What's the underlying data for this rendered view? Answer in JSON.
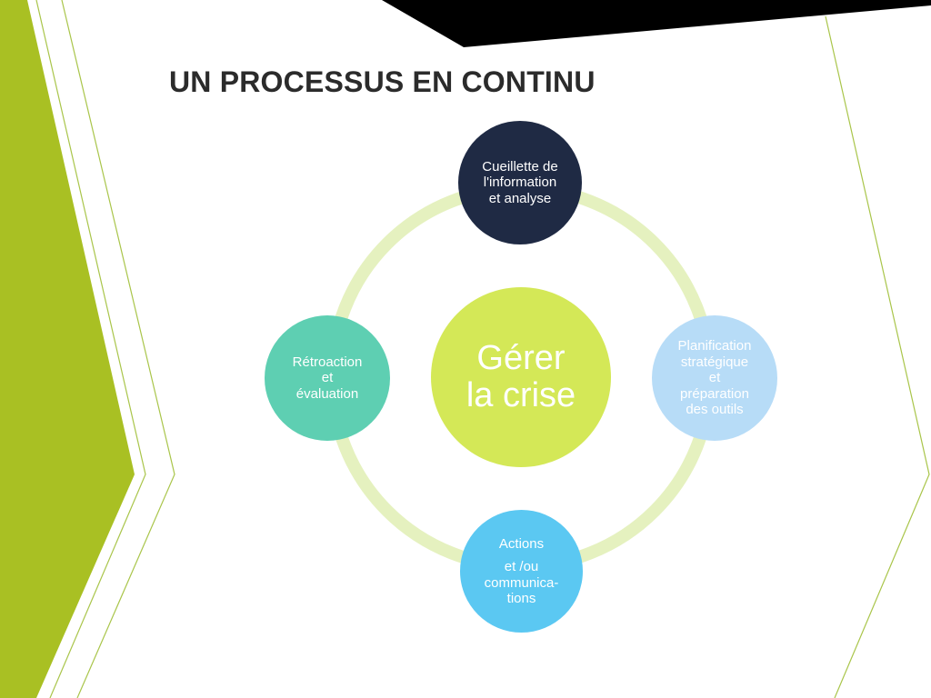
{
  "slide": {
    "title": "UN PROCESSUS EN CONTINU"
  },
  "diagram": {
    "center": {
      "lines": [
        "Gérer",
        "la crise"
      ],
      "color": "#d4e857"
    },
    "ring_color": "#e5f1bf",
    "nodes": [
      {
        "id": "top",
        "lines": [
          "Cueillette de",
          "l'information",
          "et analyse"
        ],
        "color": "#1f2a44"
      },
      {
        "id": "right",
        "lines": [
          "Planification",
          "stratégique",
          "et",
          "préparation",
          "des outils"
        ],
        "color": "#b7dcf7"
      },
      {
        "id": "bottom",
        "lines": [
          "Actions",
          "et /ou",
          "communica-",
          "tions"
        ],
        "color": "#5bc8f2"
      },
      {
        "id": "left",
        "lines": [
          "Rétroaction",
          "et",
          "évaluation"
        ],
        "color": "#5ecfb2"
      }
    ]
  },
  "theme": {
    "accent_green": "#a9c023",
    "line_green": "#a9c54a",
    "banner_black": "#000000"
  }
}
